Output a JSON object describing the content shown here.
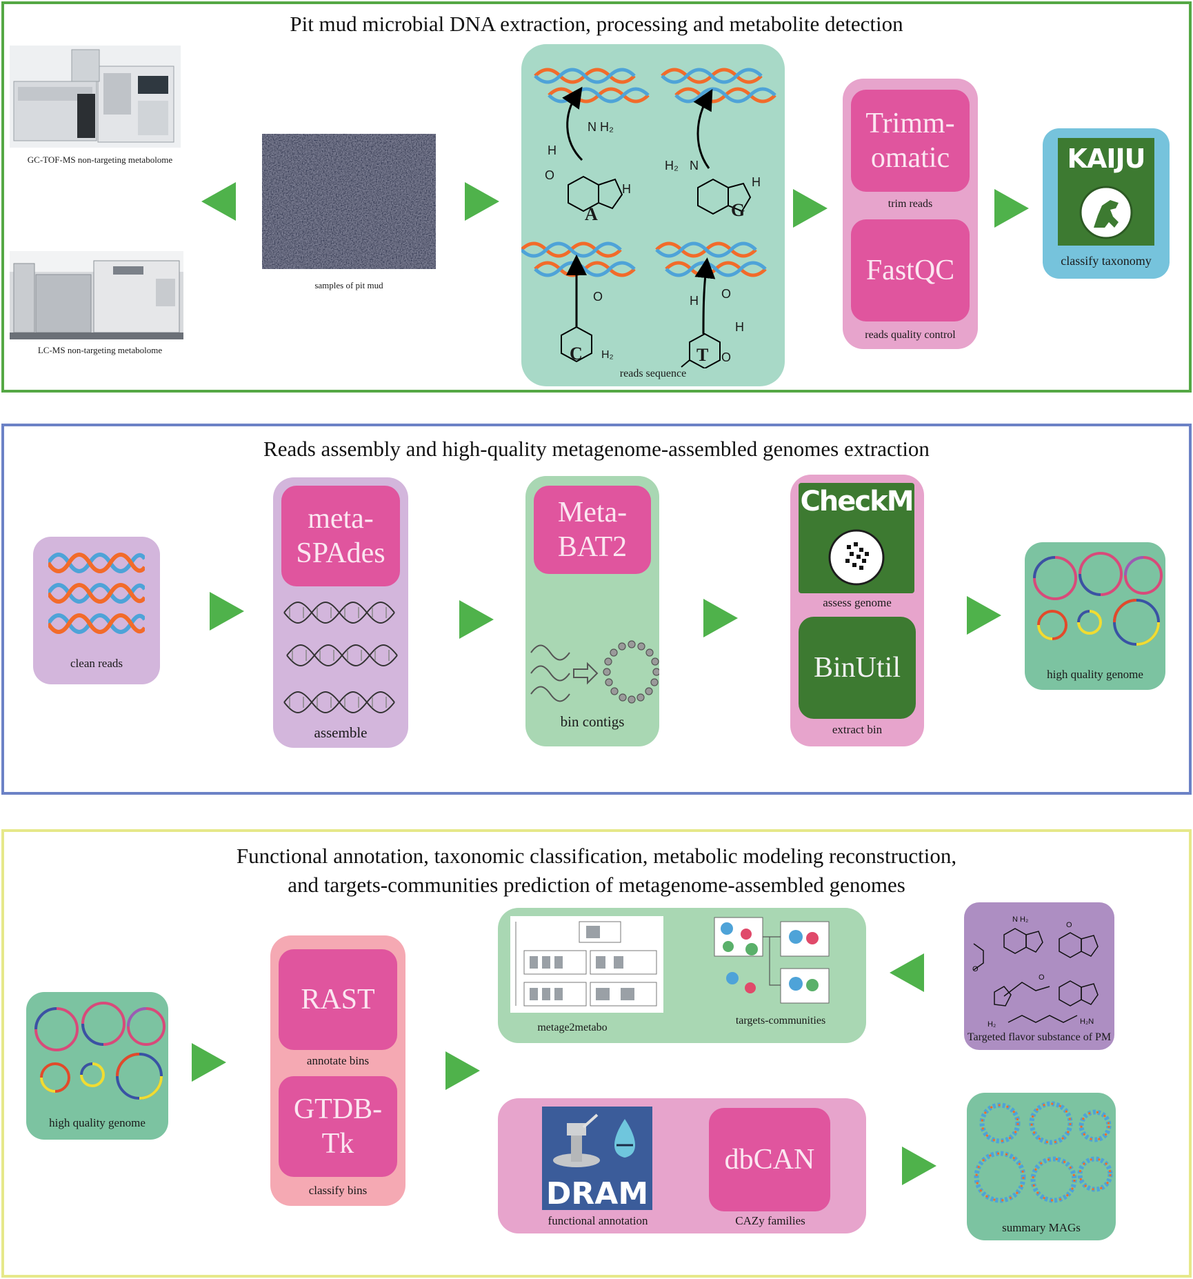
{
  "panels": {
    "p1": {
      "title": "Pit mud microbial DNA extraction, processing and metabolite detection",
      "border": "#55a845",
      "gc_caption": "GC-TOF-MS non-targeting metabolome",
      "lc_caption": "LC-MS non-targeting metabolome",
      "mud_caption": "samples of pit mud",
      "bases": {
        "a": "A",
        "g": "G",
        "c": "C",
        "t": "T"
      },
      "chem": {
        "n": "N",
        "h": "H",
        "o": "O",
        "h2": "H₂",
        "nh2": "N H₂"
      },
      "seq_caption": "reads sequence",
      "trimmomatic_label": "Trimm-\nomatic",
      "trim_caption": "trim reads",
      "fastqc_label": "FastQC",
      "fastqc_caption": "reads quality control",
      "kaiju_logo": "KAIJU",
      "kaiju_caption": "classify taxonomy"
    },
    "p2": {
      "title": "Reads assembly and high-quality metagenome-assembled genomes extraction",
      "border": "#6c82c6",
      "clean_caption": "clean reads",
      "metaspades_label": "meta-\nSPAdes",
      "assemble_caption": "assemble",
      "metabat_label": "Meta-\nBAT2",
      "bin_caption": "bin contigs",
      "checkm_logo": "CheckM",
      "assess_caption": "assess genome",
      "binutil_label": "BinUtil",
      "extract_caption": "extract bin",
      "hq_caption": "high quality genome"
    },
    "p3": {
      "title_line1": "Functional annotation, taxonomic classification, metabolic modeling reconstruction,",
      "title_line2": "and targets-communities prediction of metagenome-assembled genomes",
      "border": "#e6e88a",
      "hq_caption": "high quality genome",
      "rast_label": "RAST",
      "annotate_caption": "annotate bins",
      "gtdb_label": "GTDB-\nTk",
      "classify_caption": "classify bins",
      "metage_caption": "metage2metabo",
      "targets_caption": "targets-communities",
      "flavor_caption": "Targeted flavor substance of PM",
      "dram_logo": "DRAM",
      "dram_caption": "functional annotation",
      "dbcan_label": "dbCAN",
      "cazy_caption": "CAZy families",
      "summary_caption": "summary MAGs"
    }
  },
  "colors": {
    "arrow": "#4fb24b",
    "tool_pink": "#e0559e",
    "teal_box": "#a8d9c7",
    "pink_box": "#e7a4cc",
    "lilac_box": "#d3b6dc",
    "sky_box": "#76c3dc",
    "salmon_box": "#f5a9b3",
    "mint_box": "#7cc3a1",
    "violet_box": "#ad8ec2",
    "light_green_box": "#a9d7b3",
    "dna_orange": "#f26b2a",
    "dna_blue": "#4ea3d8"
  },
  "icons": [
    "instrument-photo",
    "soil-photo",
    "dna-helix-icon",
    "base-structure-icon",
    "kaiju-logo",
    "checkm-logo",
    "plasmid-ring-icon",
    "dram-logo",
    "network-diagram-icon"
  ]
}
